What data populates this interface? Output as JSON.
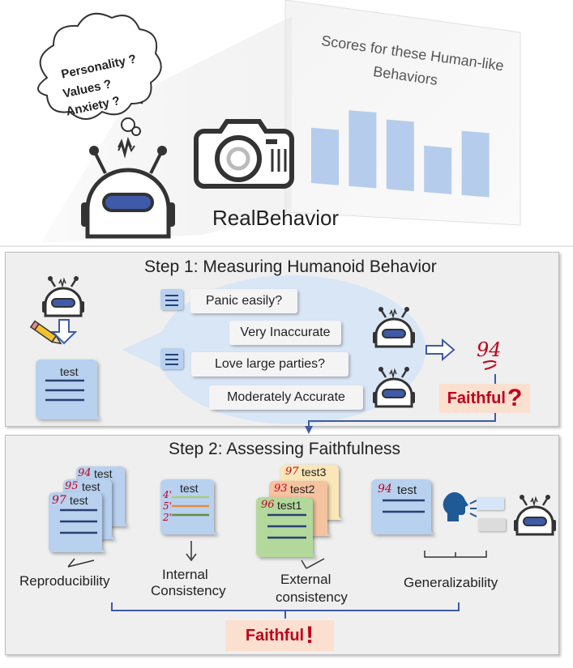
{
  "header": {
    "app_title": "RealBehavior",
    "screen_caption_line1": "Scores for these Human-like",
    "screen_caption_line2": "Behaviors",
    "thought_line1": "Personality ?",
    "thought_line2": "Values ?",
    "thought_line3": "Anxiety ?"
  },
  "step1": {
    "title": "Step 1: Measuring Humanoid Behavior",
    "doc_label": "test",
    "questions": [
      {
        "question": "Panic easily?",
        "answer": "Very Inaccurate"
      },
      {
        "question": "Love large parties?",
        "answer": "Moderately Accurate"
      }
    ],
    "score": "94",
    "badge_text": "Faithful",
    "badge_mark": "?"
  },
  "step2": {
    "title": "Step 2: Assessing Faithfulness",
    "reproducibility": {
      "label": "Reproducibility",
      "docs": [
        {
          "score": "94",
          "label": "test"
        },
        {
          "score": "95",
          "label": "test"
        },
        {
          "score": "97",
          "label": "test"
        }
      ]
    },
    "internal": {
      "label_line1": "Internal",
      "label_line2": "Consistency",
      "doc_label": "test",
      "marks": [
        "4'",
        "5'",
        "2'"
      ]
    },
    "external": {
      "label_line1": "External",
      "label_line2": "consistency",
      "docs": [
        {
          "score": "97",
          "label": "test3"
        },
        {
          "score": "93",
          "label": "test2"
        },
        {
          "score": "96",
          "label": "test1"
        }
      ]
    },
    "generalizability": {
      "label": "Generalizability",
      "doc_score": "94",
      "doc_label": "test"
    },
    "badge_text": "Faithful",
    "badge_mark": "!"
  },
  "chart_data": {
    "type": "bar",
    "title": "Scores for these Human-like Behaviors",
    "categories": [
      "",
      "",
      "",
      "",
      ""
    ],
    "values": [
      0.62,
      0.85,
      0.78,
      0.52,
      0.72
    ],
    "bar_color": "#a9c4ea"
  },
  "colors": {
    "robot_body": "#ffffff",
    "robot_visor": "#3e5aa8",
    "doc_fill": "#b8d1ef",
    "doc_line": "#2a3f73",
    "accent_red": "#c0001a",
    "badge_bg": "#fbe0d0",
    "doc_green": "#b3d89c",
    "doc_orange": "#f6c3a0",
    "doc_yellow": "#fbe6b8"
  },
  "icons": [
    "robot-icon",
    "camera-icon",
    "thought-bubble-icon",
    "pencil-icon",
    "document-icon",
    "speaker-head-icon",
    "arrow-icon"
  ]
}
